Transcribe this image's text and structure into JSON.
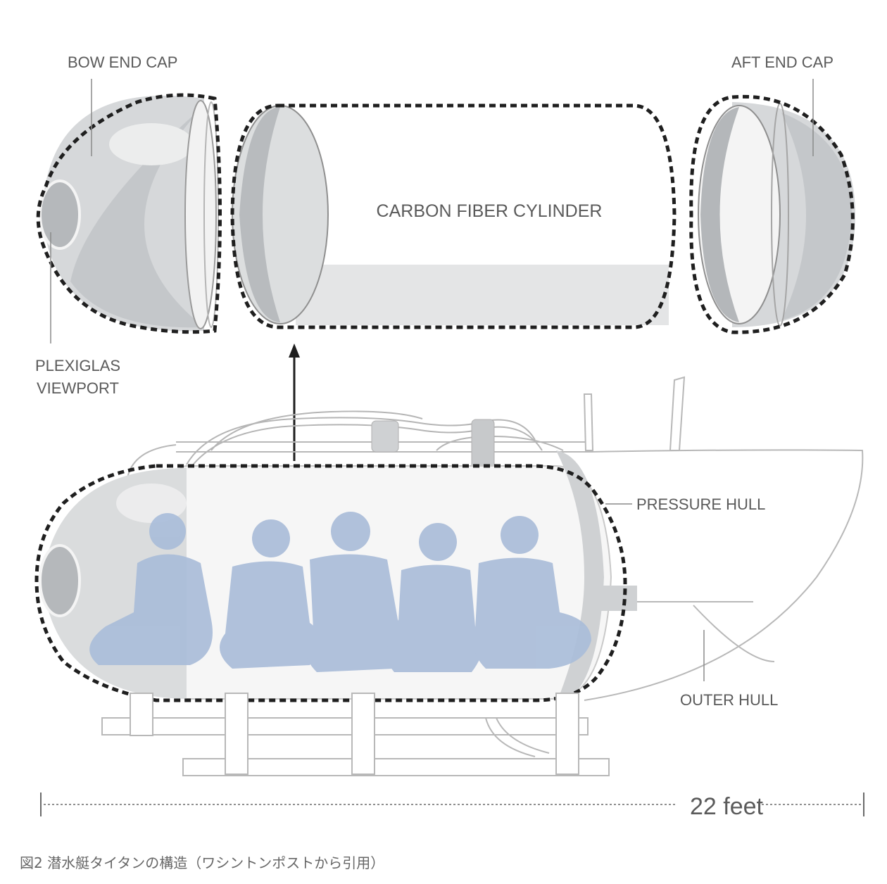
{
  "labels": {
    "bow_end_cap": "BOW END CAP",
    "aft_end_cap": "AFT END CAP",
    "carbon_fiber_cylinder": "CARBON FIBER CYLINDER",
    "plexiglas_line1": "PLEXIGLAS",
    "plexiglas_line2": "VIEWPORT",
    "pressure_hull": "PRESSURE HULL",
    "outer_hull": "OUTER HULL",
    "length": "22 feet"
  },
  "caption": "図2 潜水艇タイタンの構造（ワシントンポストから引用）",
  "colors": {
    "cap_fill": "#d6d8da",
    "cap_dark": "#b9bcbf",
    "dashed_outline": "#1f1f1f",
    "silhouette": "#a9bcd9",
    "outline_gray": "#b8b8b8",
    "label_text": "#5a5a5a"
  }
}
